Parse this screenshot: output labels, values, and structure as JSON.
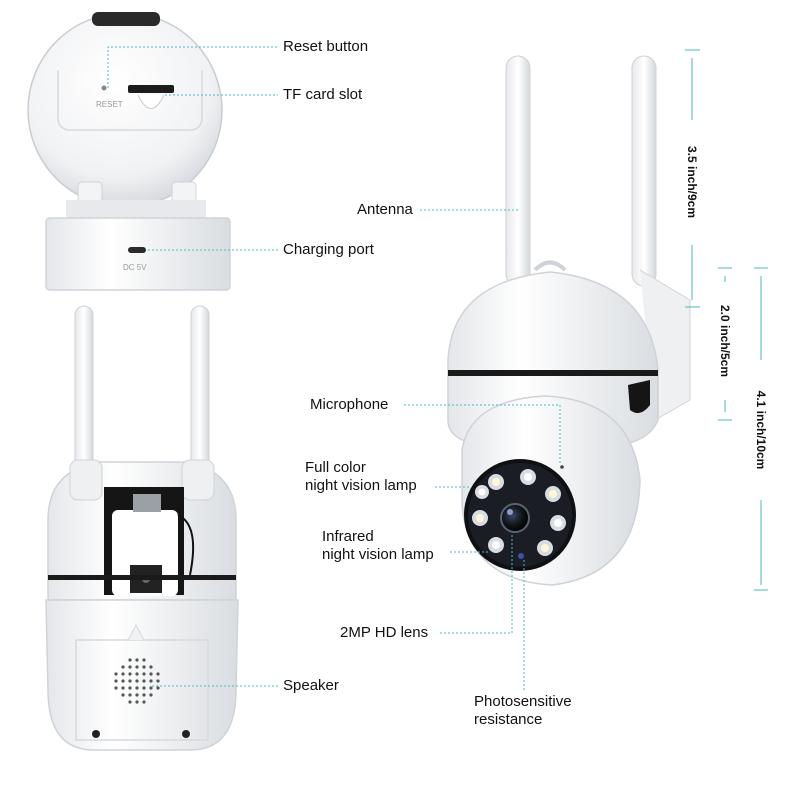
{
  "callouts": {
    "reset_button": "Reset button",
    "tf_card_slot": "TF card slot",
    "charging_port": "Charging port",
    "speaker": "Speaker",
    "antenna": "Antenna",
    "microphone": "Microphone",
    "full_color_lamp": [
      "Full color",
      "night vision lamp"
    ],
    "infrared_lamp": [
      "Infrared",
      "night vision lamp"
    ],
    "lens": "2MP HD lens",
    "photosensitive": [
      "Photosensitive",
      "resistance"
    ]
  },
  "product_markings": {
    "reset": "RESET",
    "dc": "DC 5V"
  },
  "dimensions": {
    "antenna_height": "3.5 inch/9cm",
    "neck_height": "2.0 inch/5cm",
    "body_height": "4.1 inch/10cm"
  },
  "colors": {
    "leader_line": "#4fb7c8",
    "body": "#ffffff",
    "shadow": "#d9dde1",
    "lens": "#1a1d24"
  }
}
